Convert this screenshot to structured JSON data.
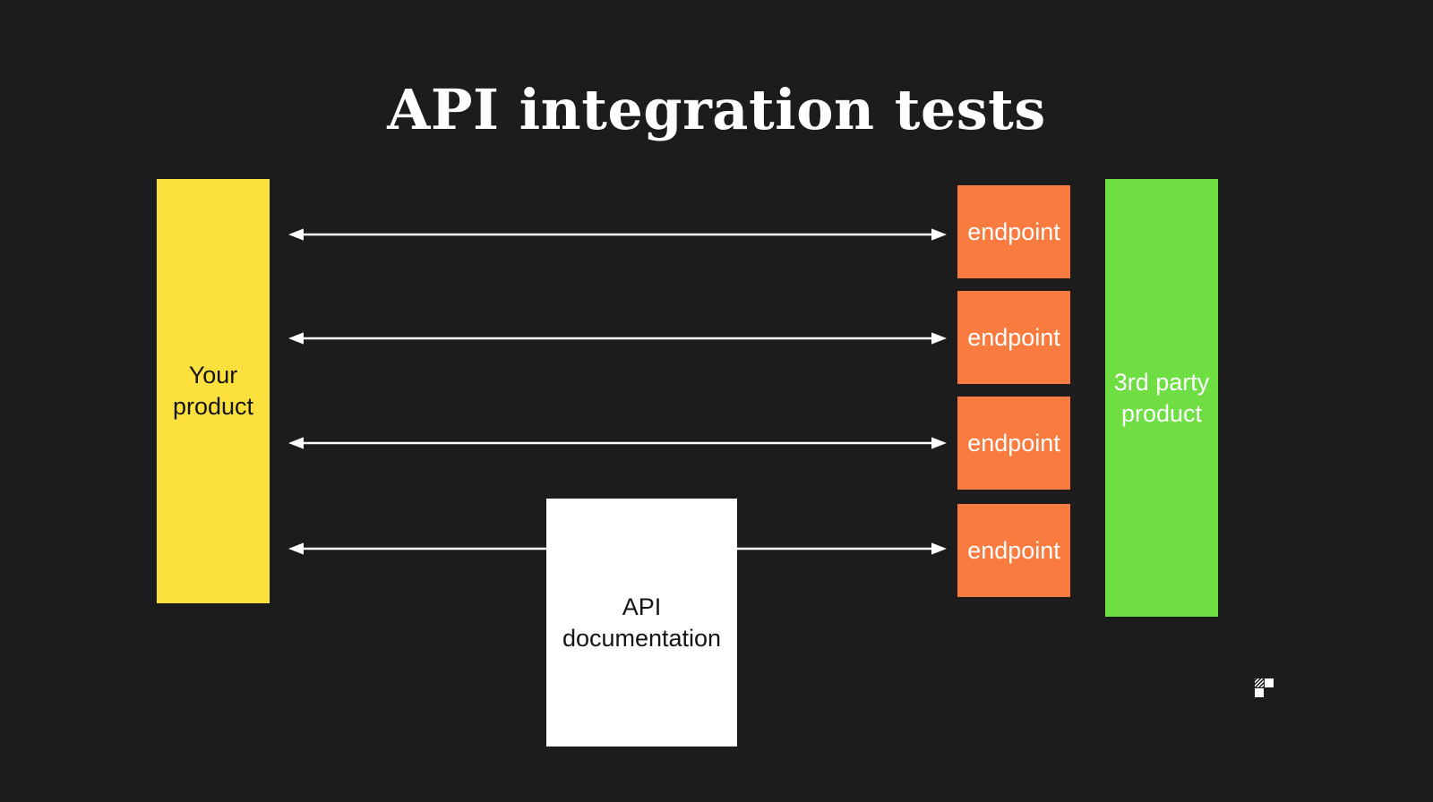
{
  "slide": {
    "title": "API integration tests",
    "background_color": "#1c1c1c"
  },
  "diagram": {
    "type": "block-diagram",
    "left_node": {
      "label": "Your\nproduct",
      "color": "#fce13e",
      "text_color": "#141414"
    },
    "right_node": {
      "label": "3rd party\nproduct",
      "color": "#6ede42",
      "text_color": "#ffffff"
    },
    "doc_node": {
      "label": "API\ndocumentation",
      "color": "#ffffff",
      "text_color": "#141414"
    },
    "endpoints": [
      {
        "label": "endpoint",
        "color": "#fa7b40",
        "text_color": "#ffffff"
      },
      {
        "label": "endpoint",
        "color": "#fa7b40",
        "text_color": "#ffffff"
      },
      {
        "label": "endpoint",
        "color": "#fa7b40",
        "text_color": "#ffffff"
      },
      {
        "label": "endpoint",
        "color": "#fa7b40",
        "text_color": "#ffffff"
      }
    ],
    "connectors": [
      {
        "name": "connector-1",
        "style": "double-headed-arrow",
        "color": "#ffffff",
        "split_by_doc_box": false
      },
      {
        "name": "connector-2",
        "style": "double-headed-arrow",
        "color": "#ffffff",
        "split_by_doc_box": false
      },
      {
        "name": "connector-3",
        "style": "double-headed-arrow",
        "color": "#ffffff",
        "split_by_doc_box": false
      },
      {
        "name": "connector-4",
        "style": "double-headed-arrow",
        "color": "#ffffff",
        "split_by_doc_box": true
      }
    ],
    "logo": {
      "name": "logo-watermark",
      "color": "#ffffff"
    }
  }
}
